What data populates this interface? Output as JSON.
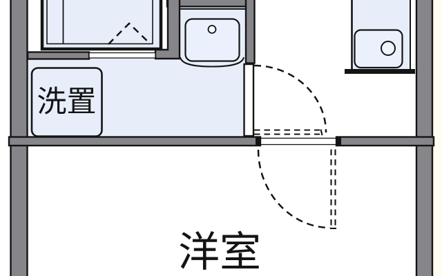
{
  "floorplan": {
    "labels": {
      "laundry_space": "洗置",
      "western_room": "洋室"
    },
    "colors": {
      "floor_tint": "#e7eefa",
      "fixture_tint": "#ebf1fc",
      "wall_gray": "#85858a",
      "line_black": "#141414",
      "outside_right": "#fffdf2",
      "room_floor": "#ffffff"
    },
    "fixtures": [
      "bathtub",
      "bathroom-folding-door",
      "washbasin",
      "washing-machine-space",
      "kitchen-sink",
      "hinged-door-swing-upper",
      "hinged-door-swing-lower"
    ]
  }
}
